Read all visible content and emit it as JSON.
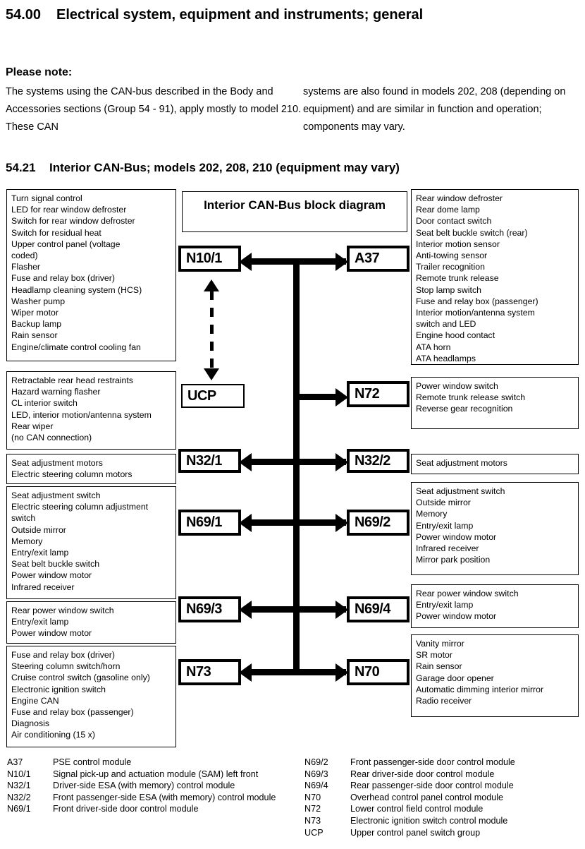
{
  "header": {
    "section_number": "54.00",
    "section_title": "Electrical system, equipment and instruments; general",
    "note_heading": "Please note:",
    "note_left": "The systems using the CAN-bus described in the Body and Accessories sections (Group 54 - 91), apply mostly to model 210.  These CAN",
    "note_right": "systems are also found in models 202, 208 (depending on equipment) and are similar in function and operation; components may vary.",
    "subsection_number": "54.21",
    "subsection_title": "Interior CAN-Bus; models 202, 208, 210 (equipment may vary)"
  },
  "diagram": {
    "title": "Interior CAN-Bus block diagram",
    "nodes": {
      "n10_1": "N10/1",
      "a37": "A37",
      "ucp": "UCP",
      "n72": "N72",
      "n32_1": "N32/1",
      "n32_2": "N32/2",
      "n69_1": "N69/1",
      "n69_2": "N69/2",
      "n69_3": "N69/3",
      "n69_4": "N69/4",
      "n73": "N73",
      "n70": "N70"
    },
    "left_boxes": [
      {
        "node": "N10/1",
        "items": [
          "Turn signal control",
          "LED for rear window defroster",
          "Switch for rear window defroster",
          "Switch for residual heat",
          "Upper control panel (voltage",
          "coded)",
          "Flasher",
          "Fuse and relay box (driver)",
          "Headlamp cleaning system (HCS)",
          "Washer pump",
          "Wiper motor",
          "Backup lamp",
          "Rain sensor",
          "Engine/climate control cooling fan"
        ]
      },
      {
        "node": "UCP",
        "items": [
          "Retractable rear head restraints",
          "Hazard warning flasher",
          "CL interior switch",
          "LED, interior motion/antenna system",
          "Rear wiper",
          "(no CAN connection)"
        ]
      },
      {
        "node": "N32/1",
        "items": [
          "Seat adjustment motors",
          "Electric steering column motors"
        ]
      },
      {
        "node": "N69/1",
        "items": [
          "Seat adjustment switch",
          "Electric steering column adjustment",
          "switch",
          "Outside mirror",
          "Memory",
          "Entry/exit lamp",
          "Seat belt buckle switch",
          "Power window motor",
          "Infrared receiver"
        ]
      },
      {
        "node": "N69/3",
        "items": [
          "Rear power window switch",
          "Entry/exit lamp",
          "Power window motor"
        ]
      },
      {
        "node": "N73",
        "items": [
          "Fuse and relay box (driver)",
          "Steering column switch/horn",
          "Cruise control switch (gasoline only)",
          "Electronic ignition switch",
          "Engine CAN",
          "Fuse and relay box (passenger)",
          "Diagnosis",
          "Air conditioning (15 x)"
        ]
      }
    ],
    "right_boxes": [
      {
        "node": "A37",
        "items": [
          "Rear window defroster",
          "Rear dome lamp",
          "Door contact switch",
          "Seat belt buckle switch (rear)",
          "Interior motion sensor",
          "Anti-towing sensor",
          "Trailer recognition",
          "Remote trunk release",
          "Stop lamp switch",
          "Fuse and relay box (passenger)",
          "Interior motion/antenna system",
          "switch and LED",
          "Engine hood contact",
          "ATA horn",
          "ATA headlamps"
        ]
      },
      {
        "node": "N72",
        "items": [
          "Power window switch",
          "Remote trunk release switch",
          "Reverse gear recognition"
        ]
      },
      {
        "node": "N32/2",
        "items": [
          "Seat adjustment motors"
        ]
      },
      {
        "node": "N69/2",
        "items": [
          "Seat adjustment switch",
          "Outside mirror",
          "Memory",
          "Entry/exit lamp",
          "Power window motor",
          "Infrared receiver",
          "Mirror park position"
        ]
      },
      {
        "node": "N69/4",
        "items": [
          "Rear power window switch",
          "Entry/exit lamp",
          "Power window motor"
        ]
      },
      {
        "node": "N70",
        "items": [
          "Vanity mirror",
          "SR motor",
          "Rain sensor",
          "Garage door opener",
          "Automatic dimming interior mirror",
          "Radio receiver"
        ]
      }
    ]
  },
  "legend": {
    "left": [
      {
        "key": "A37",
        "value": "PSE control module"
      },
      {
        "key": "N10/1",
        "value": "Signal pick-up and actuation module (SAM) left front"
      },
      {
        "key": "N32/1",
        "value": "Driver-side ESA (with memory) control module"
      },
      {
        "key": "N32/2",
        "value": "Front passenger-side ESA (with memory) control module"
      },
      {
        "key": "N69/1",
        "value": "Front driver-side door control module"
      }
    ],
    "right": [
      {
        "key": "N69/2",
        "value": "Front passenger-side door control module"
      },
      {
        "key": "N69/3",
        "value": "Rear driver-side door control module"
      },
      {
        "key": "N69/4",
        "value": "Rear passenger-side door control module"
      },
      {
        "key": "N70",
        "value": "Overhead control panel control module"
      },
      {
        "key": "N72",
        "value": "Lower control field control module"
      },
      {
        "key": "N73",
        "value": "Electronic ignition switch control module"
      },
      {
        "key": "UCP",
        "value": "Upper control panel switch group"
      }
    ]
  }
}
